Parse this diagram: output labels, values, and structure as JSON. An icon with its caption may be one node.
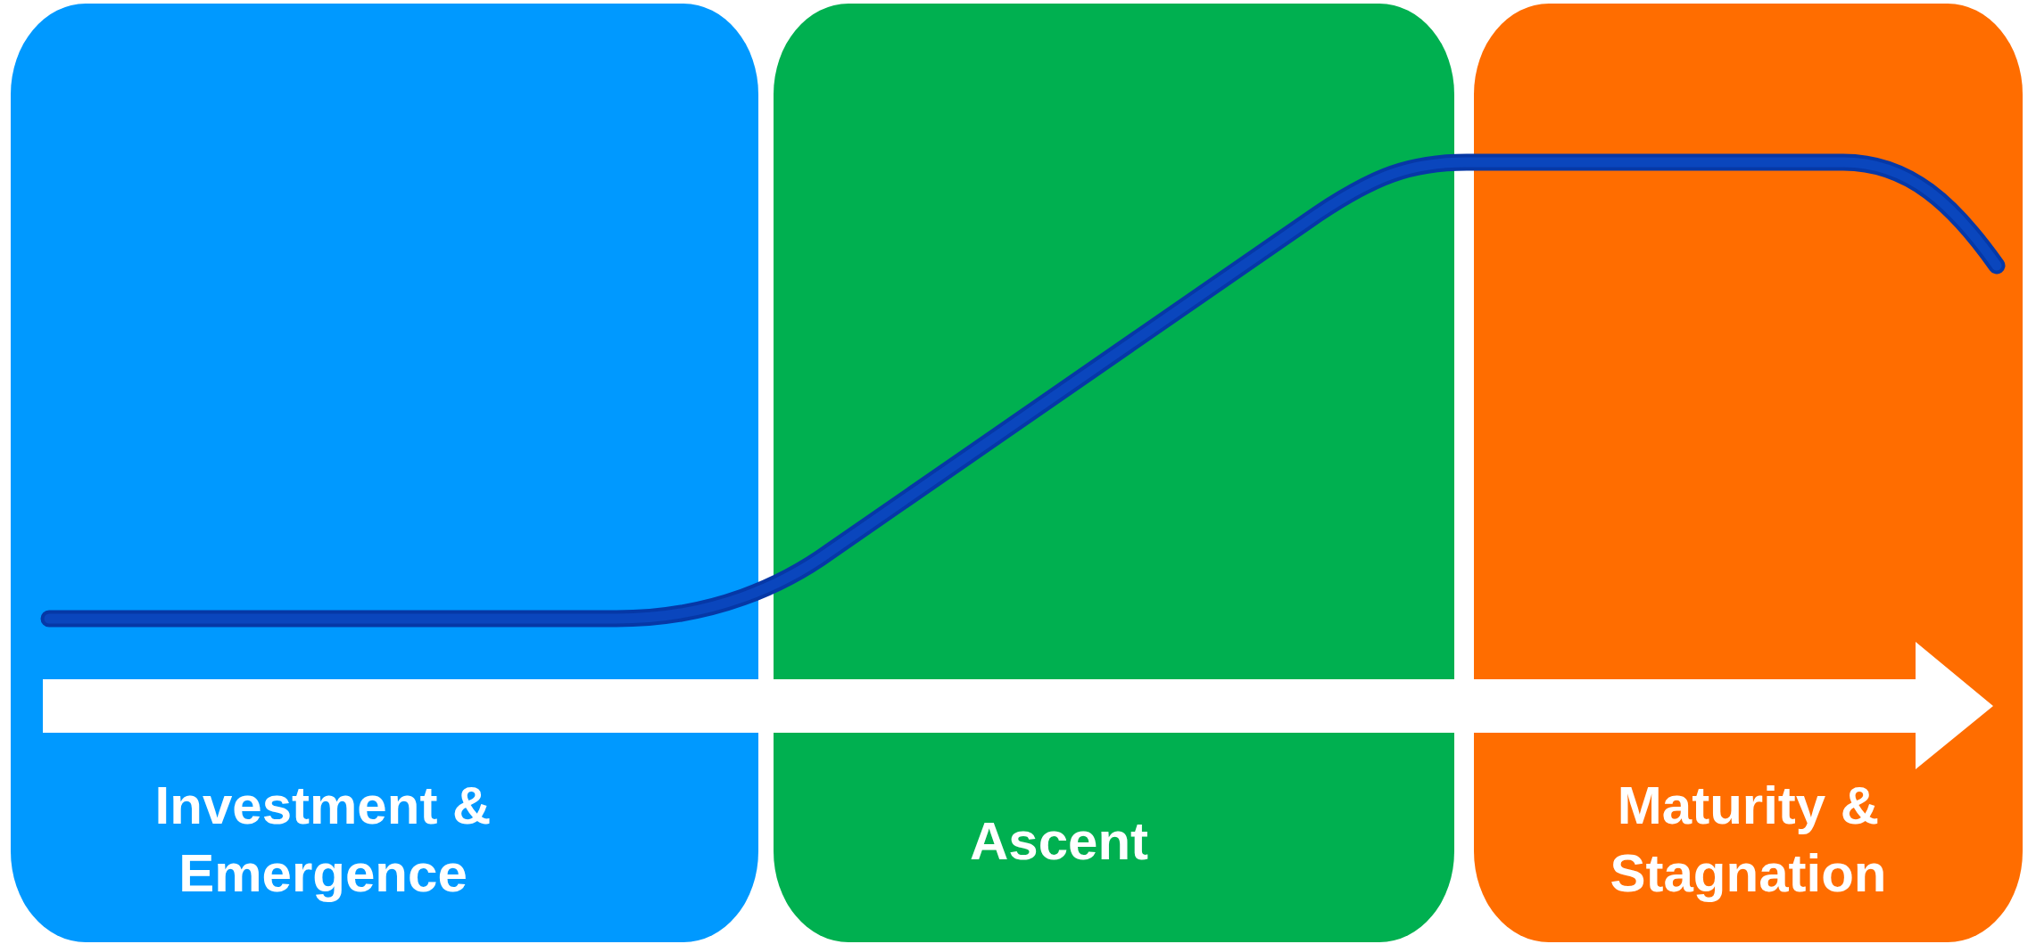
{
  "diagram": {
    "nodes": [
      {
        "text": [
          "Investment & Emergence"
        ]
      },
      {
        "text": [
          "Ascent"
        ]
      },
      {
        "text": [
          "Maturity & Stagnation"
        ]
      }
    ]
  }
}
